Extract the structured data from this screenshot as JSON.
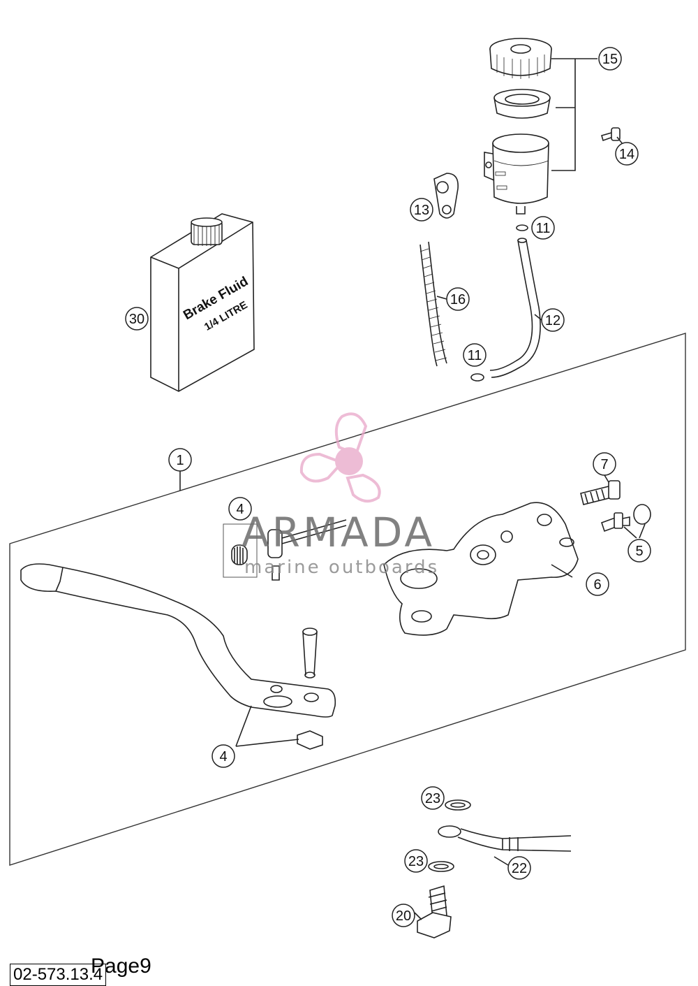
{
  "brand": {
    "name": "ARMADA",
    "tagline": "marine outboards",
    "accent": "#e8a6c8"
  },
  "can_label": {
    "line1": "Brake Fluid",
    "line2": "1/4 LITRE"
  },
  "footer": {
    "doc_code": "02-573.13.4",
    "page": "Page9"
  },
  "callouts": [
    {
      "id": "c15",
      "label": "15"
    },
    {
      "id": "c14",
      "label": "14"
    },
    {
      "id": "c13",
      "label": "13"
    },
    {
      "id": "c11a",
      "label": "11"
    },
    {
      "id": "c16",
      "label": "16"
    },
    {
      "id": "c12",
      "label": "12"
    },
    {
      "id": "c11b",
      "label": "11"
    },
    {
      "id": "c30",
      "label": "30"
    },
    {
      "id": "c1",
      "label": "1"
    },
    {
      "id": "c7",
      "label": "7"
    },
    {
      "id": "c4a",
      "label": "4"
    },
    {
      "id": "c5",
      "label": "5"
    },
    {
      "id": "c6",
      "label": "6"
    },
    {
      "id": "c4b",
      "label": "4"
    },
    {
      "id": "c23a",
      "label": "23"
    },
    {
      "id": "c23b",
      "label": "23"
    },
    {
      "id": "c22",
      "label": "22"
    },
    {
      "id": "c20",
      "label": "20"
    }
  ]
}
